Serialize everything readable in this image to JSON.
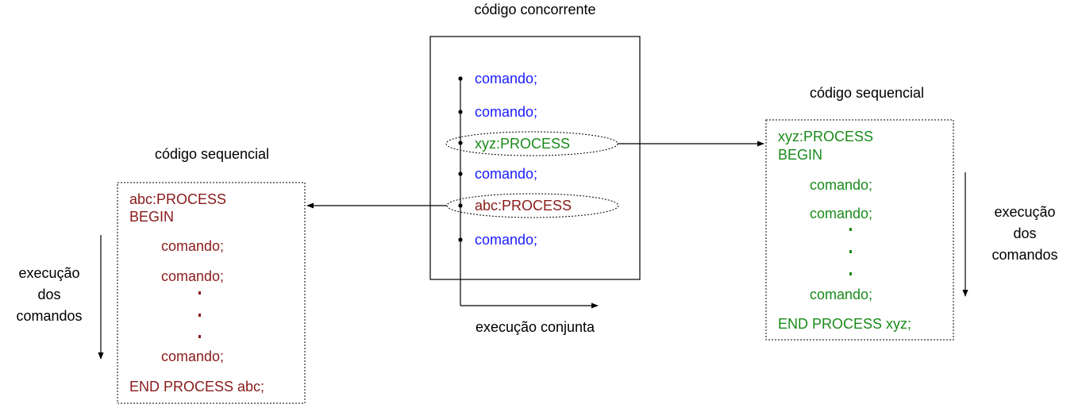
{
  "concurrent": {
    "title": "código concorrente",
    "statements": [
      {
        "text": "comando;",
        "kind": "command"
      },
      {
        "text": "comando;",
        "kind": "command"
      },
      {
        "text": "xyz:PROCESS",
        "kind": "process"
      },
      {
        "text": "comando;",
        "kind": "command"
      },
      {
        "text": "abc:PROCESS",
        "kind": "process"
      },
      {
        "text": "comando;",
        "kind": "command"
      }
    ],
    "joint_execution_label": "execução conjunta"
  },
  "left_sequential": {
    "title": "código sequencial",
    "header": "abc:PROCESS",
    "begin": "BEGIN",
    "commands": [
      "comando;",
      "comando;"
    ],
    "last_command": "comando;",
    "end": "END PROCESS abc;",
    "execution_label": [
      "execução",
      "dos",
      "comandos"
    ]
  },
  "right_sequential": {
    "title": "código sequencial",
    "header": "xyz:PROCESS",
    "begin": "BEGIN",
    "commands": [
      "comando;",
      "comando;"
    ],
    "last_command": "comando;",
    "end": "END PROCESS xyz;",
    "execution_label": [
      "execução",
      "dos",
      "comandos"
    ]
  },
  "colors": {
    "command": "#1a1aff",
    "process_xyz": "#1a8a1a",
    "process_abc": "#8a1a1a",
    "lines": "#000000"
  }
}
